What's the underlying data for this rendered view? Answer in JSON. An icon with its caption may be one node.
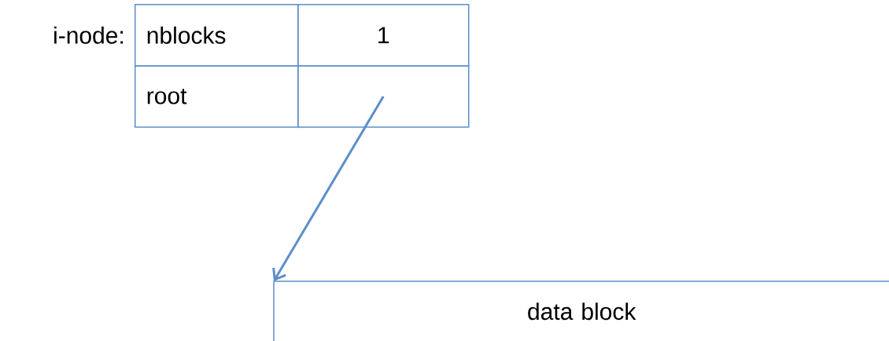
{
  "diagram": {
    "nodes": [
      {
        "text": [
          "nblocks"
        ],
        "beside": [
          "i-node:"
        ]
      },
      {
        "text": [
          "1"
        ]
      },
      {
        "text": [
          "root"
        ]
      },
      {
        "text": [],
        "shape": "box"
      },
      {
        "text": [
          "data block"
        ]
      }
    ],
    "edges": [
      {
        "from": 3,
        "to": 4,
        "arrow": "to"
      }
    ]
  }
}
